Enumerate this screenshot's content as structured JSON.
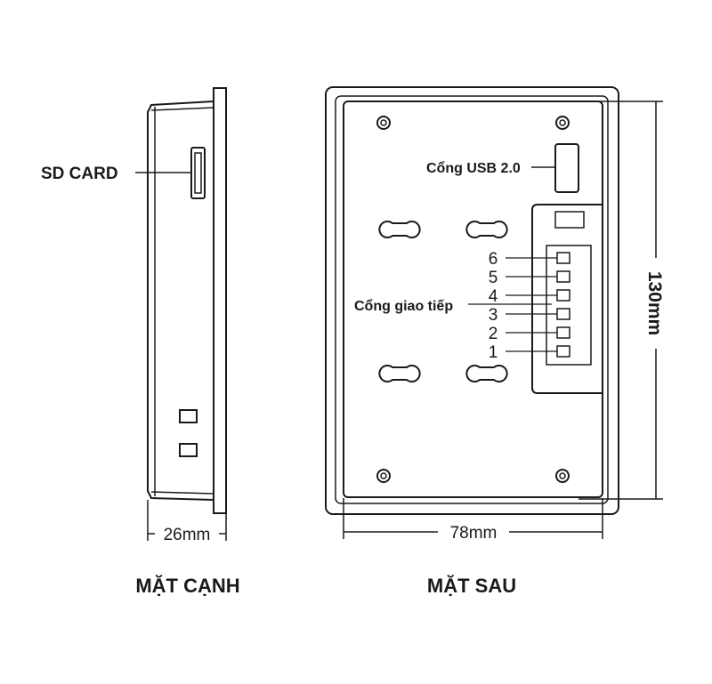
{
  "colors": {
    "stroke": "#1a1a1a",
    "panel_fill": "#ffffff",
    "side_fill": "#d9d9d9"
  },
  "side_view": {
    "sd_label": "SD CARD",
    "width_dim": "26mm",
    "caption": "MẶT CẠNH"
  },
  "back_view": {
    "usb_label": "Cổng USB 2.0",
    "interface_label": "Cổng giao tiếp",
    "pins": [
      "6",
      "5",
      "4",
      "3",
      "2",
      "1"
    ],
    "height_dim": "130mm",
    "width_dim": "78mm",
    "caption": "MẶT SAU"
  }
}
